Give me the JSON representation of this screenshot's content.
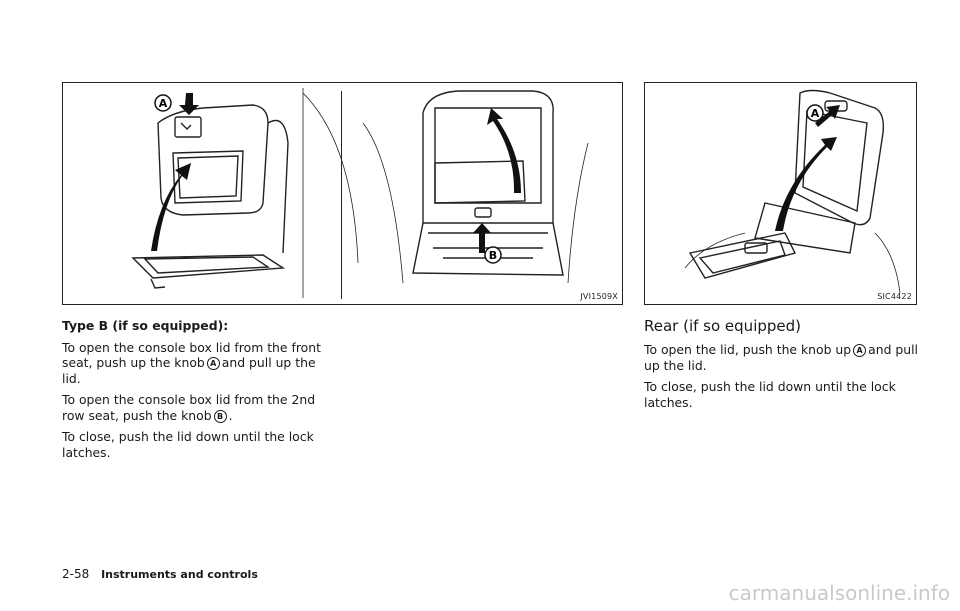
{
  "figures": {
    "left": {
      "code": "JVI1509X",
      "callout_a": "A",
      "callout_b": "B"
    },
    "right": {
      "code": "SIC4422",
      "callout_a": "A"
    }
  },
  "type_b": {
    "heading": "Type B (if so equipped):",
    "p1_before": "To open the console box lid from the front seat, push up the knob",
    "p1_knob": "A",
    "p1_after": "and pull up the lid.",
    "p2_before": "To open the console box lid from the 2nd row seat, push the knob",
    "p2_knob": "B",
    "p2_after": ".",
    "p3": "To close, push the lid down until the lock latches."
  },
  "rear": {
    "heading": "Rear (if so equipped)",
    "p1_before": "To open the lid, push the knob up",
    "p1_knob": "A",
    "p1_after": "and pull up the lid.",
    "p2": "To close, push the lid down until the lock latches."
  },
  "footer": {
    "page_number": "2-58",
    "section_title": "Instruments and controls"
  },
  "watermark": "carmanualsonline.info"
}
